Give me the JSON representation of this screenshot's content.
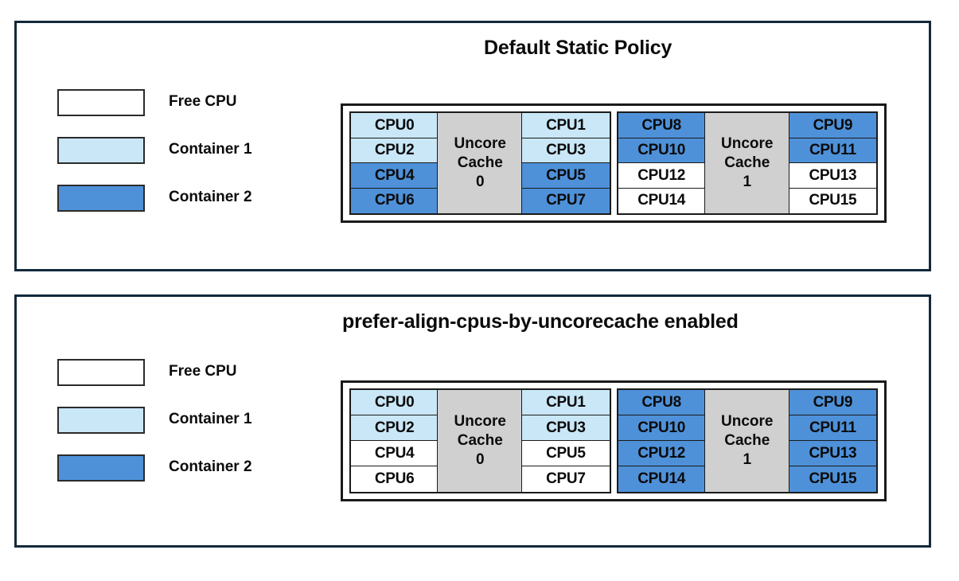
{
  "colors": {
    "free_cpu": "#ffffff",
    "container1": "#c9e7f7",
    "container2": "#4e91d9",
    "uncore_cache": "#d0d0d0",
    "panel_border": "#12293b",
    "table_border": "#1a1a1a",
    "text": "#0b0b0b"
  },
  "panels": [
    {
      "id": "default-static-policy",
      "title": "Default Static Policy",
      "legend": {
        "items": [
          {
            "label": "Free CPU",
            "fill": "free_cpu",
            "swatch_name": "legend-swatch-free-cpu"
          },
          {
            "label": "Container 1",
            "fill": "container1",
            "swatch_name": "legend-swatch-container-1"
          },
          {
            "label": "Container 2",
            "fill": "container2",
            "swatch_name": "legend-swatch-container-2"
          }
        ]
      },
      "cache_groups": [
        {
          "cache_label_line1": "Uncore",
          "cache_label_line2": "Cache",
          "cache_label_line3": "0",
          "left_column": [
            {
              "label": "CPU0",
              "fill": "container1"
            },
            {
              "label": "CPU2",
              "fill": "container1"
            },
            {
              "label": "CPU4",
              "fill": "container2"
            },
            {
              "label": "CPU6",
              "fill": "container2"
            }
          ],
          "right_column": [
            {
              "label": "CPU1",
              "fill": "container1"
            },
            {
              "label": "CPU3",
              "fill": "container1"
            },
            {
              "label": "CPU5",
              "fill": "container2"
            },
            {
              "label": "CPU7",
              "fill": "container2"
            }
          ]
        },
        {
          "cache_label_line1": "Uncore",
          "cache_label_line2": "Cache",
          "cache_label_line3": "1",
          "left_column": [
            {
              "label": "CPU8",
              "fill": "container2"
            },
            {
              "label": "CPU10",
              "fill": "container2"
            },
            {
              "label": "CPU12",
              "fill": "free_cpu"
            },
            {
              "label": "CPU14",
              "fill": "free_cpu"
            }
          ],
          "right_column": [
            {
              "label": "CPU9",
              "fill": "container2"
            },
            {
              "label": "CPU11",
              "fill": "container2"
            },
            {
              "label": "CPU13",
              "fill": "free_cpu"
            },
            {
              "label": "CPU15",
              "fill": "free_cpu"
            }
          ]
        }
      ]
    },
    {
      "id": "prefer-align-cpus-by-uncorecache-enabled",
      "title": "prefer-align-cpus-by-uncorecache enabled",
      "legend": {
        "items": [
          {
            "label": "Free CPU",
            "fill": "free_cpu",
            "swatch_name": "legend-swatch-free-cpu"
          },
          {
            "label": "Container 1",
            "fill": "container1",
            "swatch_name": "legend-swatch-container-1"
          },
          {
            "label": "Container 2",
            "fill": "container2",
            "swatch_name": "legend-swatch-container-2"
          }
        ]
      },
      "cache_groups": [
        {
          "cache_label_line1": "Uncore",
          "cache_label_line2": "Cache",
          "cache_label_line3": "0",
          "left_column": [
            {
              "label": "CPU0",
              "fill": "container1"
            },
            {
              "label": "CPU2",
              "fill": "container1"
            },
            {
              "label": "CPU4",
              "fill": "free_cpu"
            },
            {
              "label": "CPU6",
              "fill": "free_cpu"
            }
          ],
          "right_column": [
            {
              "label": "CPU1",
              "fill": "container1"
            },
            {
              "label": "CPU3",
              "fill": "container1"
            },
            {
              "label": "CPU5",
              "fill": "free_cpu"
            },
            {
              "label": "CPU7",
              "fill": "free_cpu"
            }
          ]
        },
        {
          "cache_label_line1": "Uncore",
          "cache_label_line2": "Cache",
          "cache_label_line3": "1",
          "left_column": [
            {
              "label": "CPU8",
              "fill": "container2"
            },
            {
              "label": "CPU10",
              "fill": "container2"
            },
            {
              "label": "CPU12",
              "fill": "container2"
            },
            {
              "label": "CPU14",
              "fill": "container2"
            }
          ],
          "right_column": [
            {
              "label": "CPU9",
              "fill": "container2"
            },
            {
              "label": "CPU11",
              "fill": "container2"
            },
            {
              "label": "CPU13",
              "fill": "container2"
            },
            {
              "label": "CPU15",
              "fill": "container2"
            }
          ]
        }
      ]
    }
  ]
}
